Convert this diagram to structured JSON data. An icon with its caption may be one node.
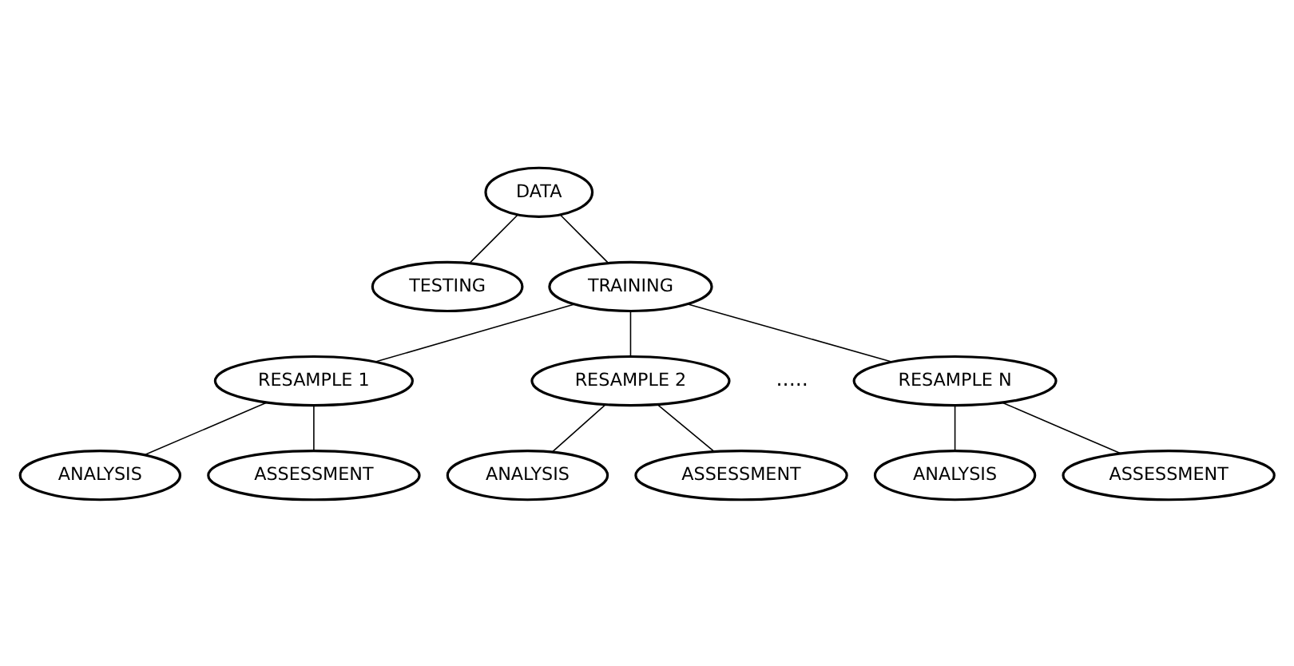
{
  "diagram": {
    "nodes": [
      {
        "text": [
          "DATA"
        ]
      },
      {
        "text": [
          "TESTING"
        ]
      },
      {
        "text": [
          "TRAINING"
        ]
      },
      {
        "text": [
          "RESAMPLE 1"
        ]
      },
      {
        "text": [
          "RESAMPLE 2"
        ]
      },
      {
        "text": [
          "RESAMPLE N"
        ]
      },
      {
        "text": [
          "ANALYSIS"
        ]
      },
      {
        "text": [
          "ASSESSMENT"
        ]
      },
      {
        "text": [
          "ANALYSIS"
        ]
      },
      {
        "text": [
          "ASSESSMENT"
        ]
      },
      {
        "text": [
          "ANALYSIS"
        ]
      },
      {
        "text": [
          "ASSESSMENT"
        ]
      }
    ],
    "edges": [
      {
        "from": 0,
        "to": 2,
        "arrow": "none"
      },
      {
        "from": 0,
        "to": 1,
        "arrow": "none"
      },
      {
        "from": 2,
        "to": 3,
        "arrow": "none"
      },
      {
        "from": 2,
        "to": 4,
        "arrow": "none"
      },
      {
        "from": 2,
        "to": 5,
        "arrow": "none"
      },
      {
        "from": 3,
        "to": 6,
        "arrow": "none"
      },
      {
        "from": 3,
        "to": 7,
        "arrow": "none"
      },
      {
        "from": 4,
        "to": 8,
        "arrow": "none"
      },
      {
        "from": 4,
        "to": 9,
        "arrow": "none"
      },
      {
        "from": 5,
        "to": 10,
        "arrow": "none"
      },
      {
        "from": 5,
        "to": 11,
        "arrow": "none"
      }
    ],
    "labels": [
      "....."
    ]
  }
}
